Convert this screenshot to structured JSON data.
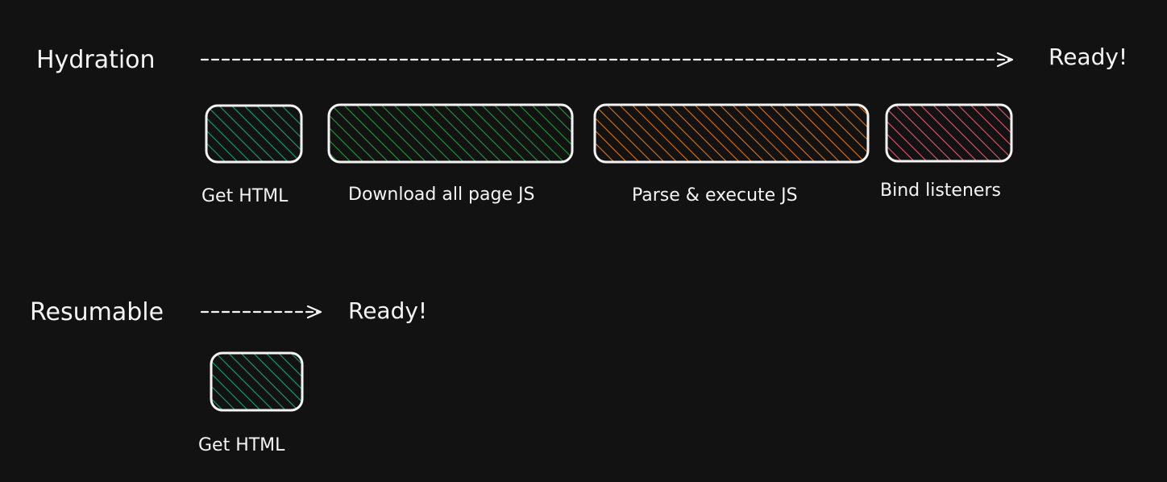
{
  "colors": {
    "background": "#121212",
    "ink": "#f4f4f4",
    "get_html": "#0fa372",
    "download": "#1f9a3a",
    "parse": "#e2720e",
    "bind": "#e7556b"
  },
  "hydration": {
    "title": "Hydration",
    "ready": "Ready!",
    "steps": [
      {
        "label": "Get HTML",
        "color": "get_html"
      },
      {
        "label": "Download all page JS",
        "color": "download"
      },
      {
        "label": "Parse & execute JS",
        "color": "parse"
      },
      {
        "label": "Bind listeners",
        "color": "bind"
      }
    ]
  },
  "resumable": {
    "title": "Resumable",
    "ready": "Ready!",
    "steps": [
      {
        "label": "Get HTML",
        "color": "get_html"
      }
    ]
  }
}
